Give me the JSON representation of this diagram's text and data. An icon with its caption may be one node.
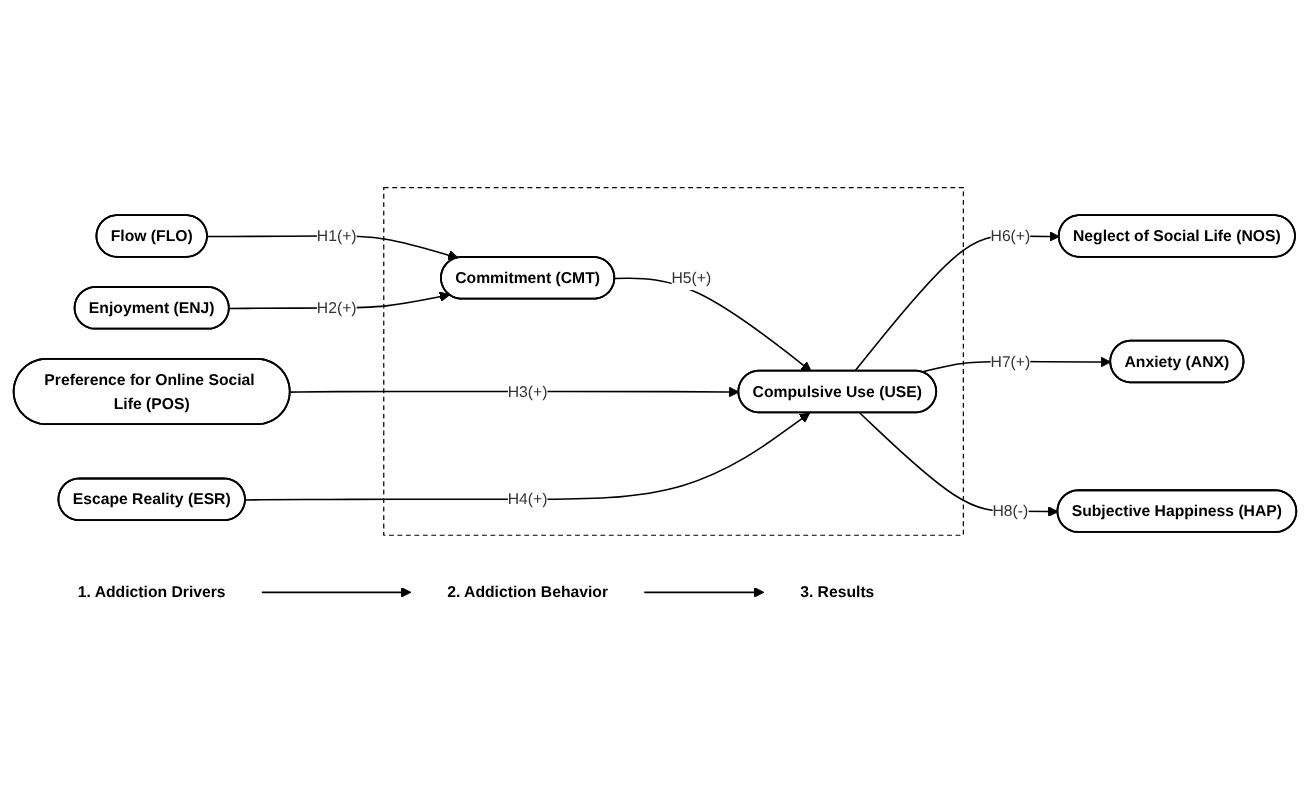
{
  "diagram": {
    "nodes": [
      {
        "text": [
          "1. Addiction Drivers"
        ]
      },
      {
        "text": [
          "2. Addiction Behavior"
        ]
      },
      {
        "text": [
          "3. Results"
        ]
      },
      {
        "text": [
          "Flow (FLO)"
        ]
      },
      {
        "text": [
          "Enjoyment (ENJ)"
        ]
      },
      {
        "text": [
          "Preference for Online Social Life (POS)"
        ]
      },
      {
        "text": [
          "Escape Reality (ESR)"
        ]
      },
      {
        "text": [],
        "shape": "box"
      },
      {
        "text": [
          "Commitment (CMT)"
        ],
        "in": 7
      },
      {
        "text": [
          "Compulsive Use (USE)"
        ],
        "in": 7
      },
      {
        "text": [
          "Neglect of Social Life (NOS)"
        ]
      },
      {
        "text": [
          "Anxiety (ANX)"
        ]
      },
      {
        "text": [
          "Subjective Happiness (HAP)"
        ]
      }
    ],
    "edges": [
      {
        "from": 0,
        "to": 1,
        "arrow": "to"
      },
      {
        "from": 1,
        "to": 2,
        "arrow": "to"
      },
      {
        "from": 3,
        "to": 8,
        "arrow": "to",
        "label": "H1(+)"
      },
      {
        "from": 4,
        "to": 8,
        "arrow": "to",
        "label": "H2(+)"
      },
      {
        "from": 8,
        "to": 9,
        "arrow": "to",
        "label": "H5(+)"
      },
      {
        "from": 5,
        "to": 9,
        "arrow": "to",
        "label": "H3(+)"
      },
      {
        "from": 6,
        "to": 9,
        "arrow": "to",
        "label": "H4(+)"
      },
      {
        "from": 9,
        "to": 10,
        "arrow": "to",
        "label": "H6(+)"
      },
      {
        "from": 9,
        "to": 11,
        "arrow": "to",
        "label": "H7(+)"
      },
      {
        "from": 9,
        "to": 12,
        "arrow": "to",
        "label": "H8(-)"
      }
    ]
  }
}
